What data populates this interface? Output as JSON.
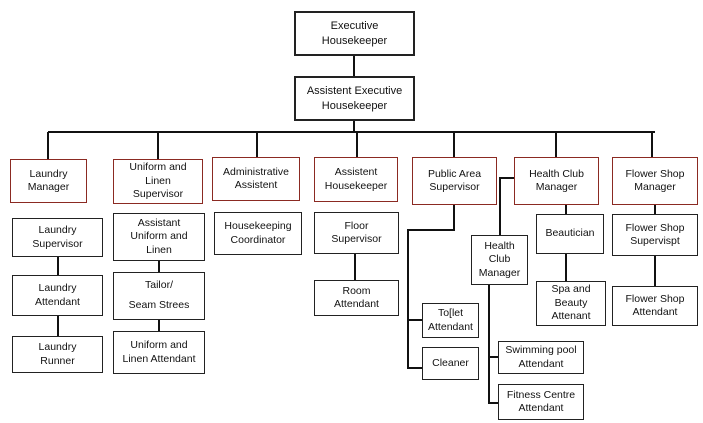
{
  "nodes": {
    "exec": "Executive\nHousekeeper",
    "asst_exec": "Assistent Executive\nHousekeeper",
    "laundry_manager": "Laundry\nManager",
    "uniform_supervisor": "Uniform and\nLinen\nSupervisor",
    "admin_assistant": "Administrative\nAssistent",
    "assistant_housekeeper": "Assistent\nHousekeeper",
    "public_area_supervisor": "Public Area\nSupervisor",
    "health_club_manager_top": "Health Club\nManager",
    "flower_shop_manager": "Flower Shop\nManager",
    "laundry_supervisor": "Laundry\nSupervisor",
    "laundry_attendant": "Laundry\nAttendant",
    "laundry_runner": "Laundry\nRunner",
    "assistant_uniform_linen": "Assistant\nUniform and\nLinen",
    "tailor": "Tailor/\nSeam Strees",
    "uniform_linen_attendant": "Uniform and\nLinen Attendant",
    "housekeeping_coordinator": "Housekeeping\nCoordinator",
    "floor_supervisor": "Floor\nSupervisor",
    "room_attendant": "Room\nAttendant",
    "toilet_attendant": "To[let\nAttendant",
    "cleaner": "Cleaner",
    "health_club_manager_mid": "Health\nClub\nManager",
    "beautician": "Beautician",
    "spa_beauty_attendant": "Spa and\nBeauty\nAttenant",
    "swimming_pool_attendant": "Swimming pool\nAttendant",
    "fitness_centre_attendant": "Fitness Centre\nAttendant",
    "flower_shop_supervisor": "Flower Shop\nSupervispt",
    "flower_shop_attendant": "Flower Shop\nAttendant"
  },
  "colors": {
    "line": "#111111",
    "box_border": "#222222",
    "head_border": "#8b2a22"
  }
}
